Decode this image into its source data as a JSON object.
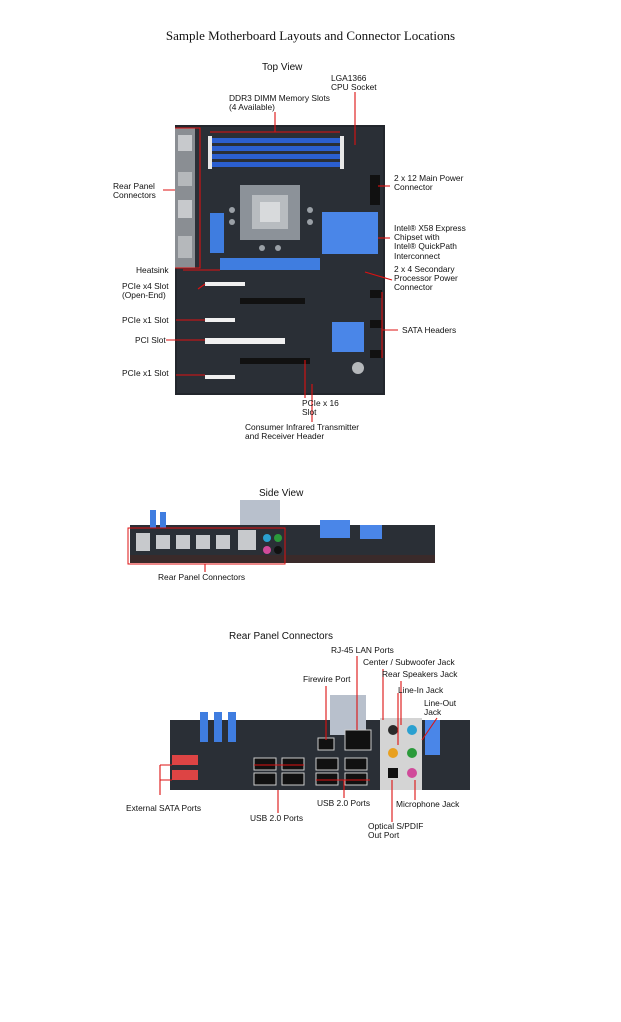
{
  "title": "Sample Motherboard Layouts and Connector Locations",
  "top_view": {
    "heading": "Top View",
    "labels": {
      "cpu_socket": "LGA1366\nCPU Socket",
      "dimm_slots": "DDR3 DIMM Memory Slots\n(4 Available)",
      "rear_panel": "Rear Panel\nConnectors",
      "main_power": "2 x 12 Main Power\nConnector",
      "chipset": "Intel® X58 Express\nChipset with\nIntel® QuickPath\nInterconnect",
      "heatsink": "Heatsink",
      "pcie_x4": "PCIe x4 Slot\n(Open-End)",
      "secondary_power": "2 x 4 Secondary\nProcessor Power\nConnector",
      "pcie_x1_a": "PCIe x1 Slot",
      "sata_headers": "SATA Headers",
      "pci_slot": "PCI Slot",
      "pcie_x1_b": "PCIe x1 Slot",
      "pcie_x16": "PCIe x 16\nSlot",
      "infrared": "Consumer Infrared Transmitter\nand Receiver Header"
    }
  },
  "side_view": {
    "heading": "Side View",
    "labels": {
      "rear_panel": "Rear Panel Connectors"
    }
  },
  "rear_panel": {
    "heading": "Rear Panel Connectors",
    "labels": {
      "rj45": "RJ-45 LAN Ports",
      "center_sub": "Center / Subwoofer Jack",
      "rear_speakers": "Rear Speakers Jack",
      "firewire": "Firewire Port",
      "line_in": "Line-In Jack",
      "line_out": "Line-Out\nJack",
      "external_sata": "External SATA Ports",
      "usb_left": "USB 2.0 Ports",
      "usb_right": "USB 2.0 Ports",
      "microphone": "Microphone Jack",
      "optical": "Optical S/PDIF\nOut Port"
    }
  },
  "colors": {
    "board": "#22262c",
    "dimm": "#2b5fd0",
    "chipset_heatsink": "#4a86e8",
    "pcb_slot": "#f0f0f0",
    "callout": "#dd1111"
  }
}
